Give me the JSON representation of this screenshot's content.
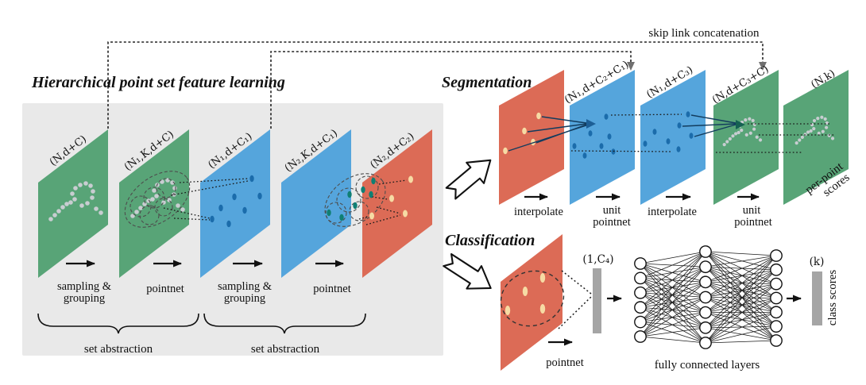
{
  "diagram": {
    "title": "Hierarchical point set feature learning",
    "skip_link_label": "skip link concatenation"
  },
  "hierarchy": {
    "plane_labels": [
      "(N,d+C)",
      "(N₁,K,d+C)",
      "(N₁,d+C₁)",
      "(N₂,K,d+C₁)",
      "(N₂,d+C₂)"
    ],
    "steps": [
      {
        "lines": [
          "sampling &",
          "grouping"
        ]
      },
      {
        "lines": [
          "pointnet"
        ]
      },
      {
        "lines": [
          "sampling &",
          "grouping"
        ]
      },
      {
        "lines": [
          "pointnet"
        ]
      }
    ],
    "braces": [
      "set abstraction",
      "set abstraction"
    ]
  },
  "segmentation": {
    "title": "Segmentation",
    "plane_labels": [
      "(N₁,d+C₂+C₁)",
      "(N₁,d+C₃)",
      "(N,d+C₃+C)",
      "(N,k)"
    ],
    "steps": [
      {
        "lines": [
          "interpolate"
        ]
      },
      {
        "lines": [
          "unit",
          "pointnet"
        ]
      },
      {
        "lines": [
          "interpolate"
        ]
      },
      {
        "lines": [
          "unit",
          "pointnet"
        ]
      }
    ],
    "output_lines": [
      "per-point",
      "scores"
    ]
  },
  "classification": {
    "title": "Classification",
    "pointnet_label": "pointnet",
    "feature_vector_label": "(1,C₄)",
    "fc_label": "fully connected layers",
    "fc_layer_sizes": [
      6,
      7,
      7
    ],
    "output_vector_label": "(k)",
    "output_label": "class scores"
  },
  "colors": {
    "green_plane": "#58a477",
    "blue_plane": "#55a5dc",
    "red_plane": "#dc6b56",
    "panel_bg": "#e9e9e9",
    "gray_point": "#c8cdd1",
    "blue_point": "#1b6cab",
    "teal_point": "#0f7f73",
    "yellow_point": "#f6dba4",
    "bar_gray": "#a5a5a5"
  }
}
